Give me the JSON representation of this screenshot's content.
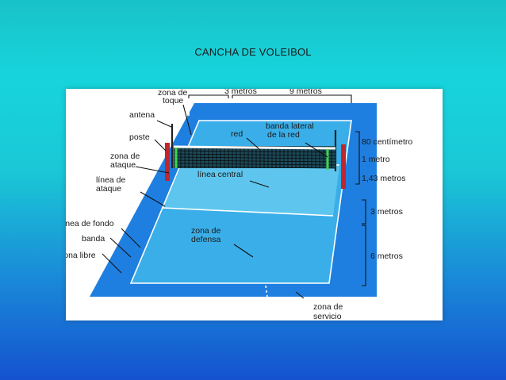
{
  "slide": {
    "title": "CANCHA DE VOLEIBOL"
  },
  "labels": {
    "zona_de_toque_1": "zona de",
    "zona_de_toque_2": "toque",
    "tres_metros_top": "3 metros",
    "nueve_metros": "9 metros",
    "antena": "antena",
    "poste": "poste",
    "red": "red",
    "banda_lateral_1": "banda lateral",
    "banda_lateral_2": "de la red",
    "zona_de_ataque_1": "zona de",
    "zona_de_ataque_2": "ataque",
    "linea_de_ataque_1": "línea de",
    "linea_de_ataque_2": "ataque",
    "linea_central": "línea central",
    "ochenta_cm": "80 centímetro",
    "un_metro": "1 metro",
    "uno_43": "1,43 metros",
    "tres_metros_right": "3 metros",
    "seis_metros": "6 metros",
    "linea_de_fondo": "línea de fondo",
    "banda": "banda",
    "zona_libre": "zona libre",
    "zona_de_defensa_1": "zona de",
    "zona_de_defensa_2": "defensa",
    "zona_de_servicio_1": "zona de",
    "zona_de_servicio_2": "servicio"
  },
  "colors": {
    "free_zone": "#1f7fe0",
    "court": "#3aaee8",
    "attack_zone": "#5ec6ee",
    "lines": "#ffffff",
    "post": "#c0262b",
    "antenna": "#c82a2a",
    "net_band": "#3fd64a",
    "leader": "#111111"
  }
}
